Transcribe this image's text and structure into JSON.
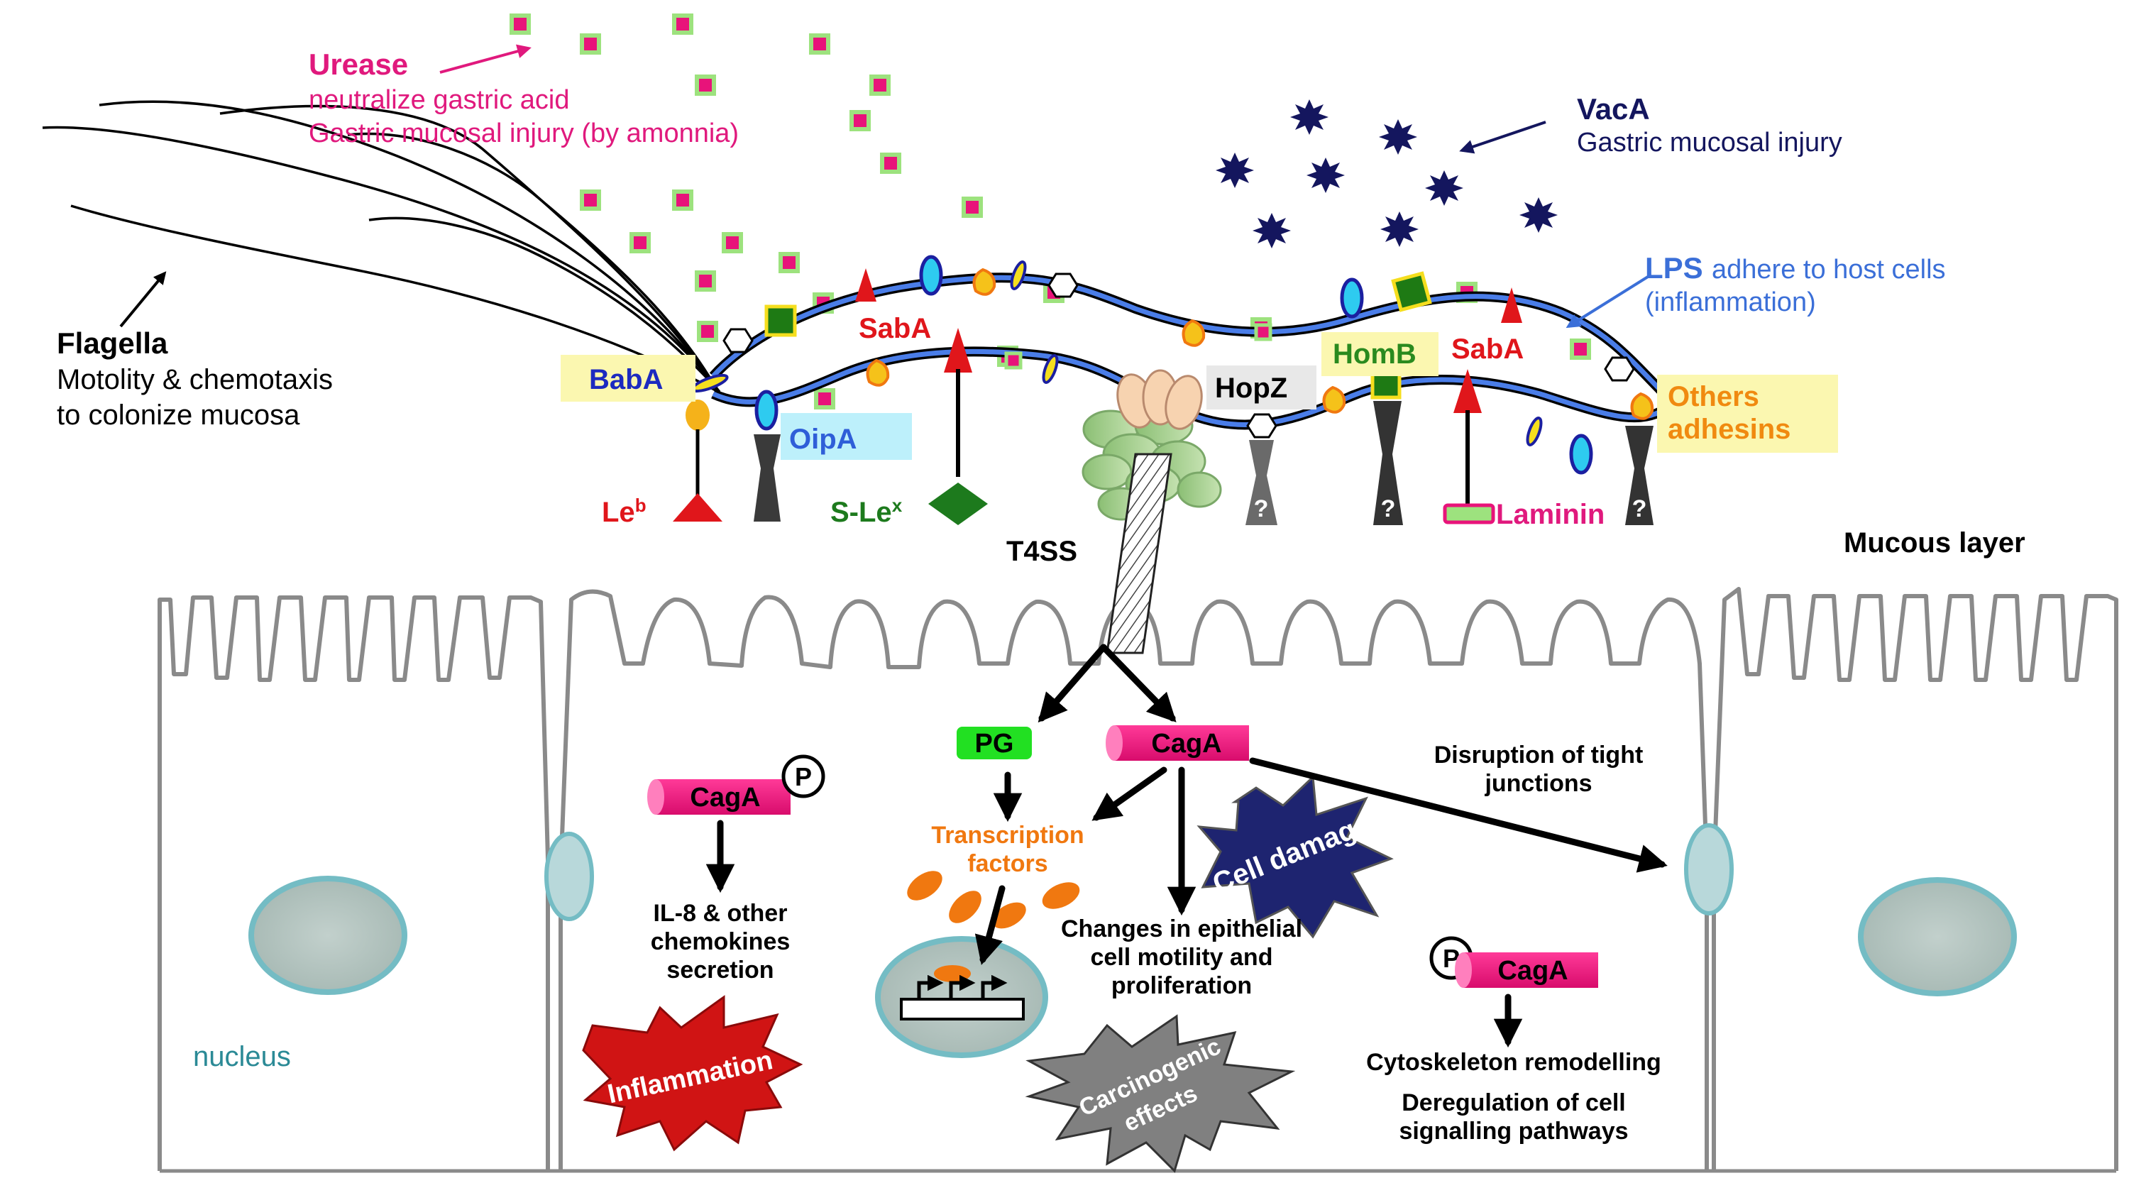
{
  "labels": {
    "urease_title": "Urease",
    "urease_line1": "neutralize gastric acid",
    "urease_line2": "Gastric mucosal injury (by amonnia)",
    "vaca_title": "VacA",
    "vaca_line1": "Gastric mucosal injury",
    "lps_title": "LPS",
    "lps_line1": "adhere to host cells",
    "lps_line2": "(inflammation)",
    "flagella_title": "Flagella",
    "flagella_line1": "Motolity & chemotaxis",
    "flagella_line2": "to colonize mucosa",
    "baba": "BabA",
    "oipa": "OipA",
    "saba_left": "SabA",
    "saba_right": "SabA",
    "hopz": "HopZ",
    "homb": "HomB",
    "others_line1": "Others",
    "others_line2": "adhesins",
    "leb_base": "Le",
    "leb_sup": "b",
    "slex_base": "S-Le",
    "slex_sup": "x",
    "laminin": "Laminin",
    "question": "?",
    "t4ss": "T4SS",
    "mucous_layer": "Mucous layer",
    "pg": "PG",
    "caga": "CagA",
    "phospho": "P",
    "transcription_line1": "Transcription",
    "transcription_line2": "factors",
    "il8_line1": "IL-8 & other",
    "il8_line2": "chemokines",
    "il8_line3": "secretion",
    "changes_line1": "Changes in epithelial",
    "changes_line2": "cell motility and",
    "changes_line3": "proliferation",
    "tight_line1": "Disruption of tight",
    "tight_line2": "junctions",
    "cell_damage": "Cell damage",
    "inflammation": "Inflammation",
    "carcino_line1": "Carcinogenic",
    "carcino_line2": "effects",
    "cyto": "Cytoskeleton remodelling",
    "dereg_line1": "Deregulation of cell",
    "dereg_line2": "signalling pathways",
    "nucleus": "nucleus"
  },
  "colors": {
    "urease": "#e0197d",
    "vaca": "#14165e",
    "lps": "#3b6fd8",
    "baba": "#1c2ac0",
    "sabA": "#e0161b",
    "homb": "#2a8a1f",
    "others": "#f08a10",
    "oipa": "#2f5ed8",
    "slex": "#1d7a1d",
    "cell_outline": "#888888",
    "nucleus_fill": "#b7c7c2",
    "nucleus_stroke": "#74bcc4",
    "pg_green": "#22e022",
    "caga_pink": "#e8137a",
    "transcription": "#f07810",
    "cell_damage_fill": "#1e2470",
    "inflammation_fill": "#d01414",
    "carcino_fill": "#808080"
  }
}
